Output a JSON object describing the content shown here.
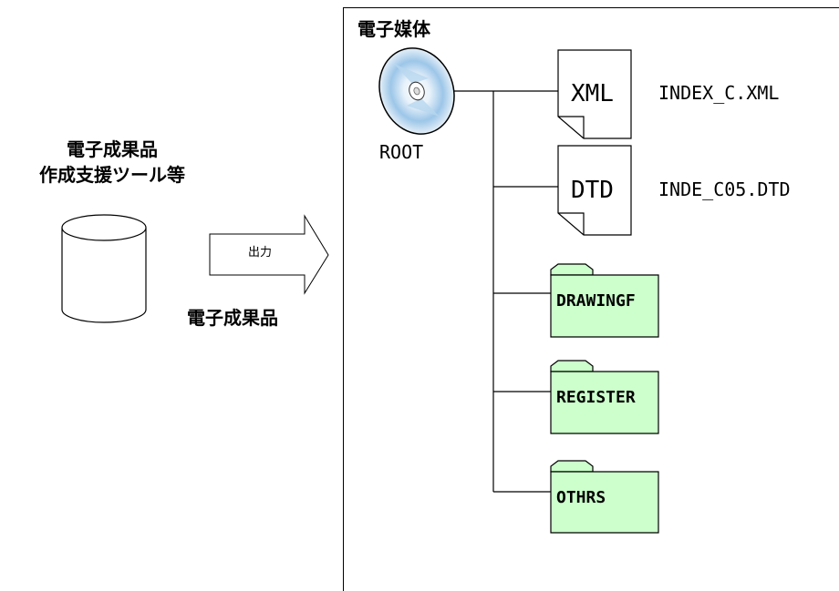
{
  "tool": {
    "title_line1": "電子成果品",
    "title_line2": "作成支援ツール等"
  },
  "arrow": {
    "label": "出力"
  },
  "product": {
    "label": "電子成果品"
  },
  "media": {
    "label": "電子媒体",
    "root_label": "ROOT"
  },
  "files": [
    {
      "tag": "XML",
      "name": "INDEX_C.XML"
    },
    {
      "tag": "DTD",
      "name": "INDE_C05.DTD"
    }
  ],
  "folders": [
    {
      "name": "DRAWINGF"
    },
    {
      "name": "REGISTER"
    },
    {
      "name": "OTHRS"
    }
  ],
  "colors": {
    "folder_fill": "#ccffcc",
    "line": "#000000",
    "disc_blue": "#6fa8dc"
  },
  "icons": {
    "disc": "cd-disc-icon",
    "database": "database-cylinder-icon",
    "file": "document-icon",
    "folder": "folder-icon",
    "arrow": "right-arrow-icon"
  }
}
